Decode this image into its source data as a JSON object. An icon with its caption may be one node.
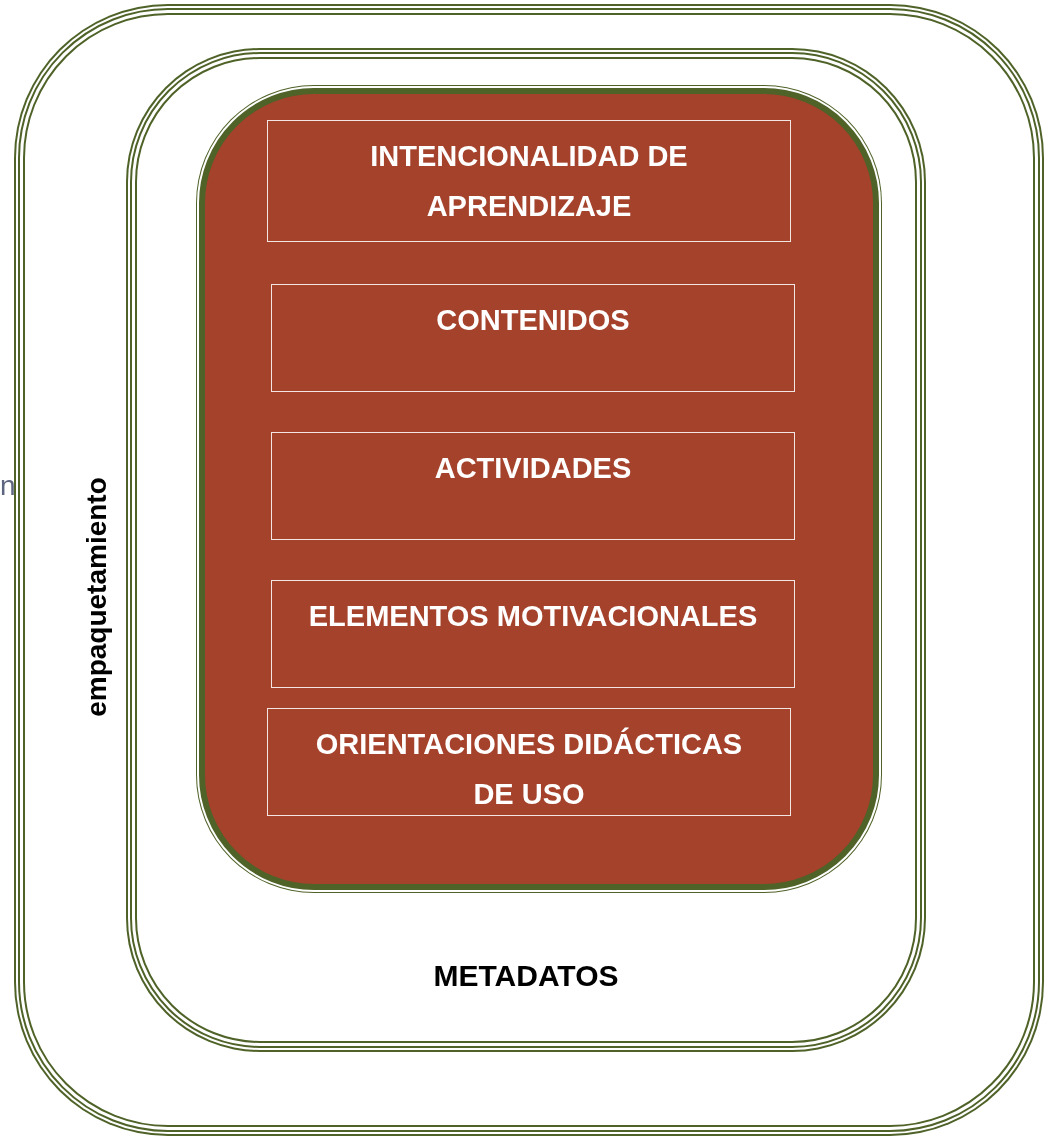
{
  "diagram": {
    "nodes": [
      {
        "text": [
          "empaquetamiento"
        ]
      },
      {
        "text": [
          "METADATOS"
        ],
        "in": 0
      },
      {
        "text": [],
        "shape": "box",
        "in": 1
      },
      {
        "text": [
          "INTENCIONALIDAD DE APRENDIZAJE"
        ],
        "in": 2
      },
      {
        "text": [
          "CONTENIDOS"
        ],
        "in": 2
      },
      {
        "text": [
          "ACTIVIDADES"
        ],
        "in": 2
      },
      {
        "text": [
          "ELEMENTOS MOTIVACIONALES"
        ],
        "in": 2
      },
      {
        "text": [
          "ORIENTACIONES DIDÁCTICAS DE USO"
        ],
        "in": 2
      }
    ],
    "labels": [
      "n"
    ]
  }
}
